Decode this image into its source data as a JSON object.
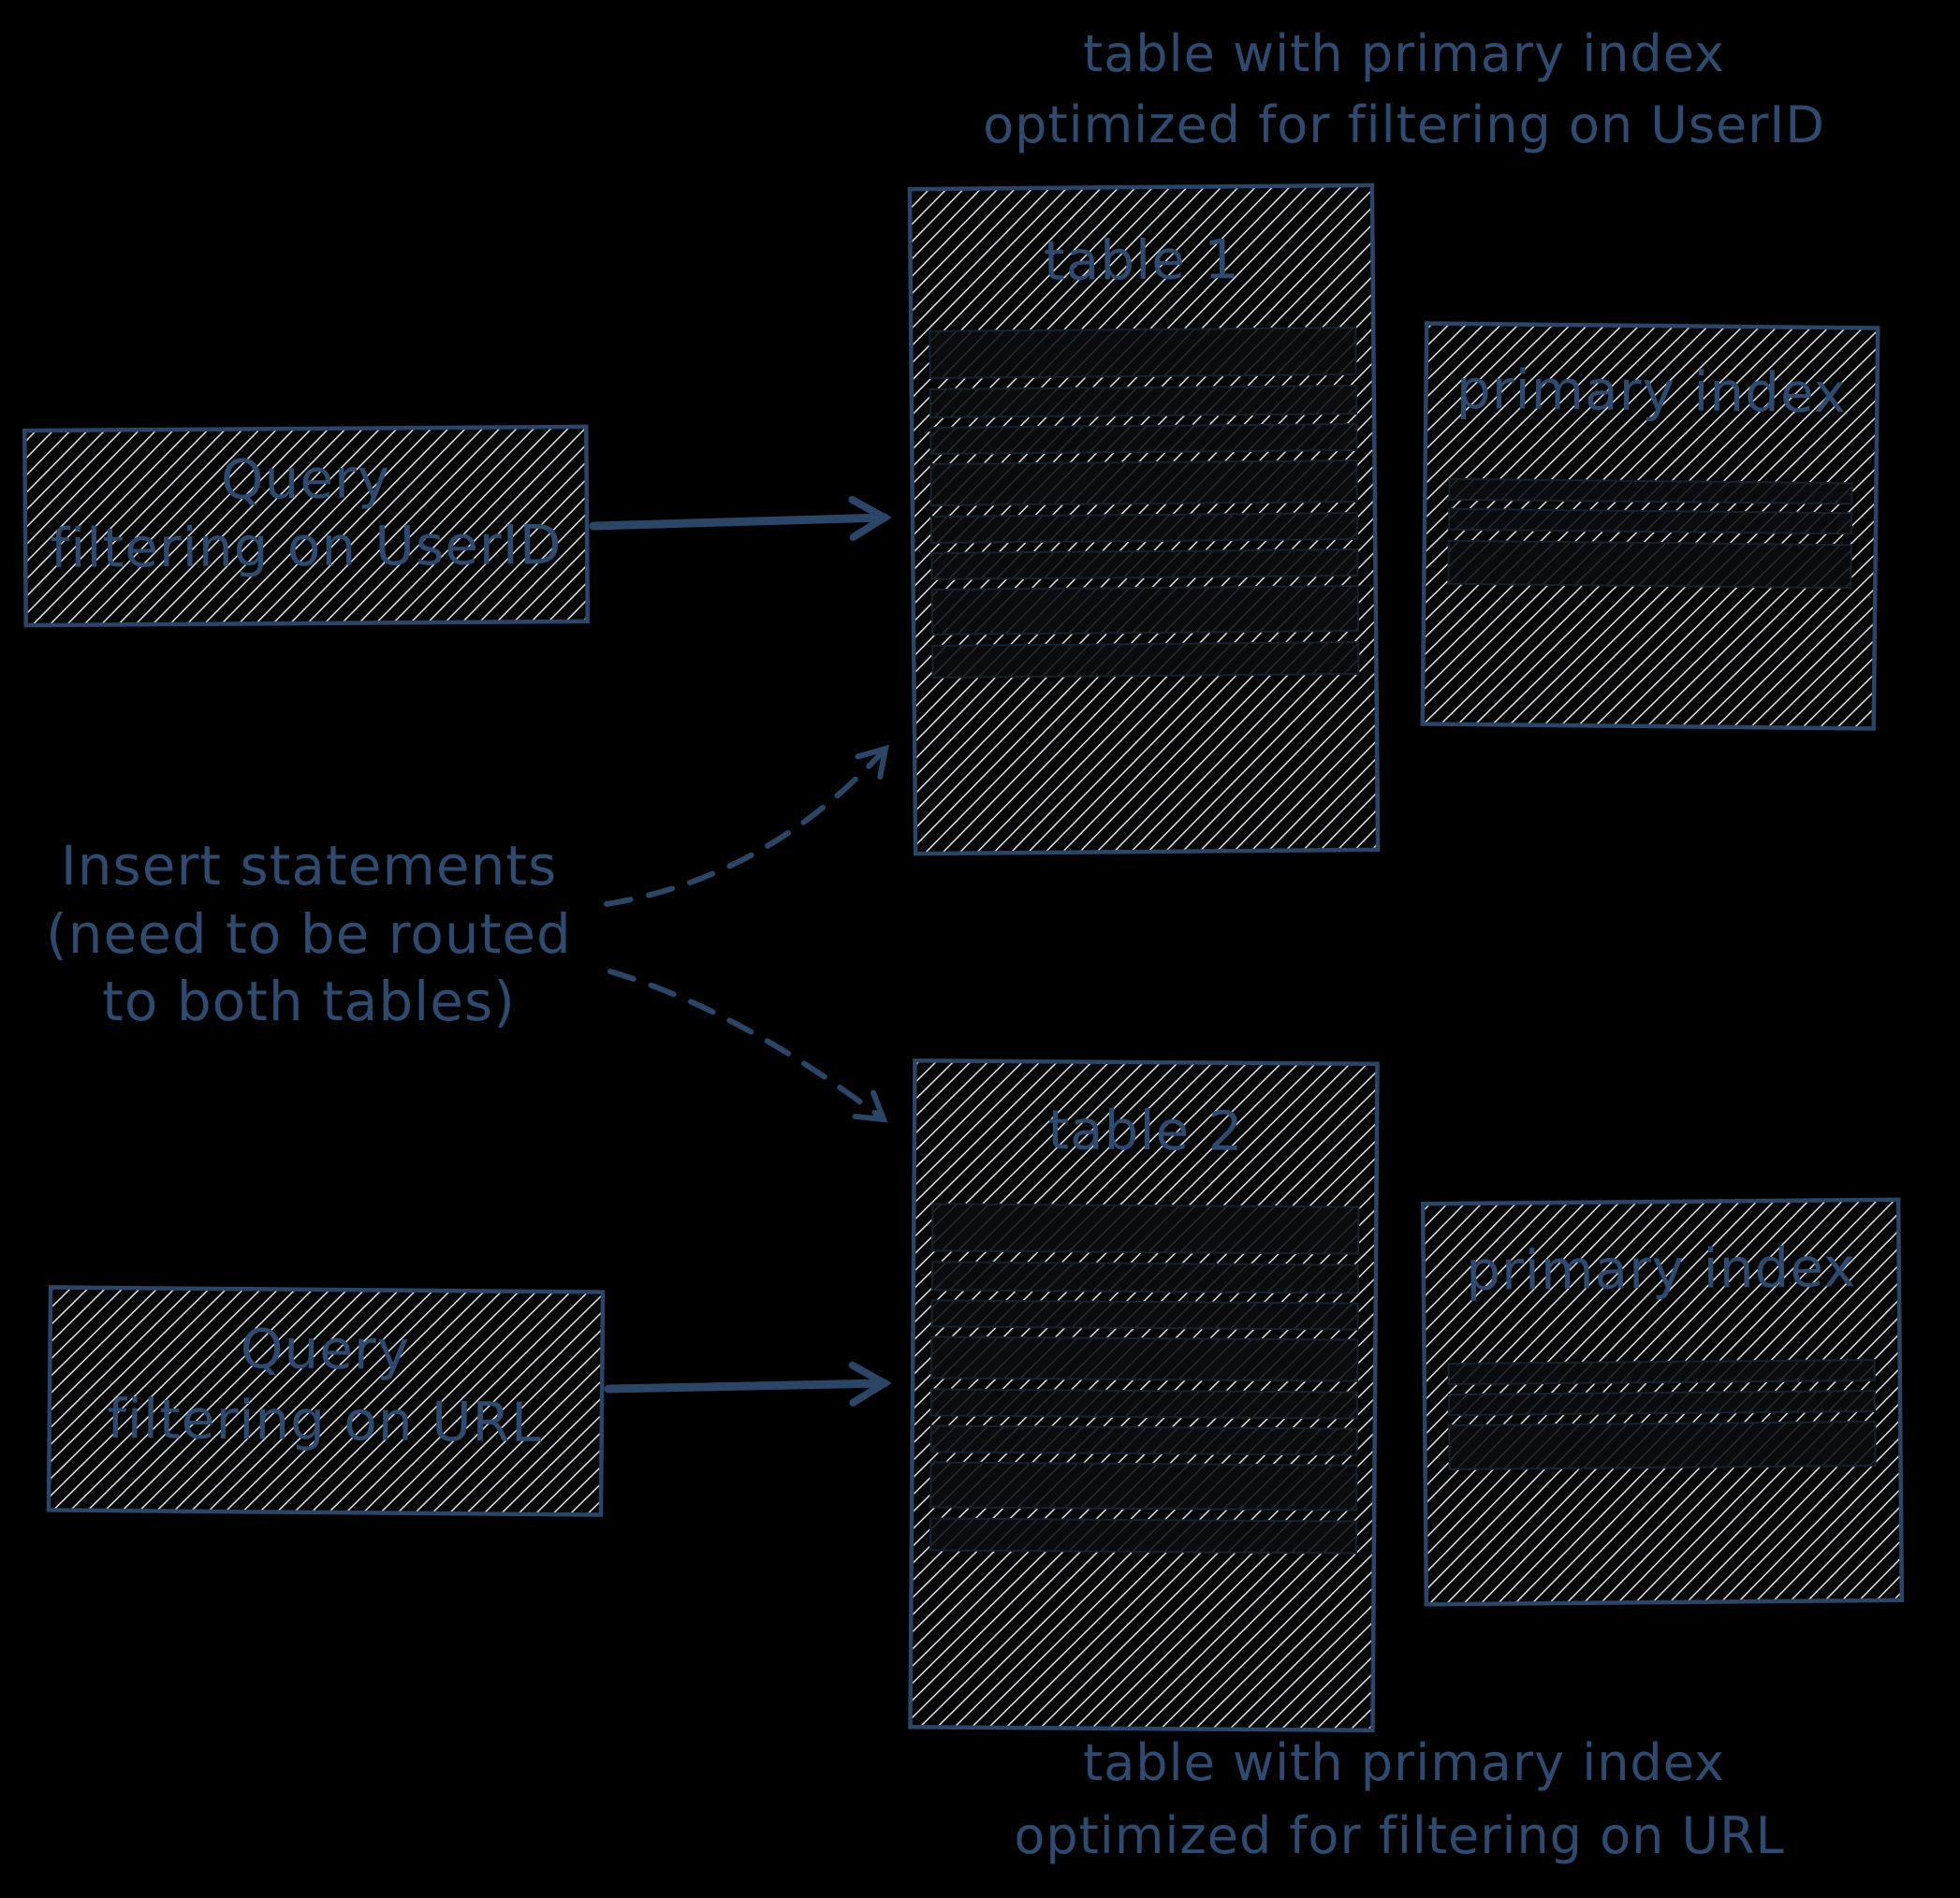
{
  "colors": {
    "background": "#000000",
    "ink": "#2b4566",
    "hatch_light": "#dde2e7",
    "row_fill": "#0a0b0d"
  },
  "captions": {
    "top": {
      "line1": "table with primary index",
      "line2": "optimized for filtering on UserID"
    },
    "bottom": {
      "line1": "table with primary index",
      "line2": "optimized for filtering on URL"
    }
  },
  "nodes": {
    "table1": {
      "title": "table 1"
    },
    "table2": {
      "title": "table 2"
    },
    "primary_index_1": {
      "title": "primary index"
    },
    "primary_index_2": {
      "title": "primary index"
    },
    "query_userid": {
      "line1": "Query",
      "line2": "filtering on UserID"
    },
    "query_url": {
      "line1": "Query",
      "line2": "filtering on URL"
    },
    "insert_note": {
      "line1": "Insert statements",
      "line2": "(need to be routed",
      "line3": "to both tables)"
    }
  }
}
